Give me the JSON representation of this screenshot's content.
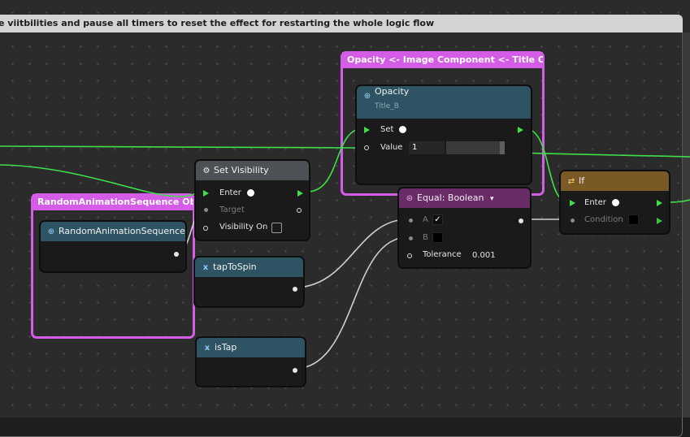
{
  "group": {
    "header": "e viitbilities and pause all timers to reset the effect for restarting the whole logic flow"
  },
  "comments": {
    "opacity_title": "Opacity <- Image Component <- Title Object",
    "random_title": "RandomAnimationSequence Object"
  },
  "nodes": {
    "opacity": {
      "title": "Opacity",
      "subtitle": "Title_B",
      "set": "Set",
      "value_label": "Value",
      "value": "1"
    },
    "set_visibility": {
      "title": "Set Visibility",
      "enter": "Enter",
      "target": "Target",
      "visibility_on": "Visibility On"
    },
    "random_seq": {
      "title": "RandomAnimationSequence_B"
    },
    "tap_to_spin": {
      "title": "tapToSpin"
    },
    "is_tap": {
      "title": "isTap"
    },
    "equal_boolean": {
      "title": "Equal: Boolean",
      "dropdown": "▾",
      "a": "A",
      "b": "B",
      "tolerance_label": "Tolerance",
      "tolerance": "0.001"
    },
    "if": {
      "title": "If",
      "enter": "Enter",
      "condition": "Condition"
    }
  },
  "icons": {
    "object": "object-icon",
    "gear": "gear-icon",
    "variable": "variable-icon",
    "equal": "equal-icon",
    "if": "branch-icon"
  },
  "colors": {
    "comment": "#d45ce6",
    "exec_wire": "#3ee04a",
    "data_wire": "#cfcfcf",
    "teal_header": "#2e5362",
    "purple_header": "#6a2c68",
    "gold_header": "#7a5a24"
  }
}
